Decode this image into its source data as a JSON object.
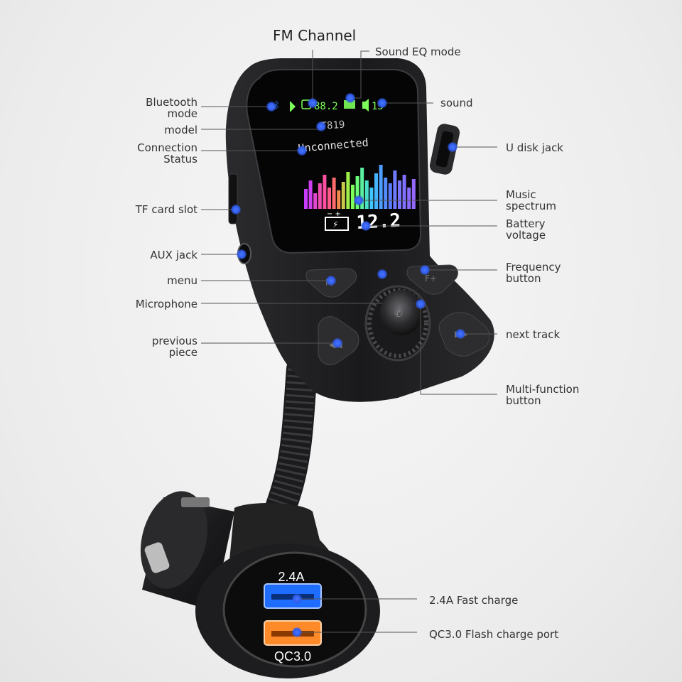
{
  "labels": {
    "fm_channel": "FM Channel",
    "sound_eq_mode": "Sound EQ mode",
    "bluetooth_mode": [
      "Bluetooth",
      "mode"
    ],
    "model": "model",
    "connection_status": [
      "Connection",
      "Status"
    ],
    "tf_card_slot": "TF card slot",
    "aux_jack": "AUX jack",
    "menu": "menu",
    "microphone": "Microphone",
    "previous_piece": [
      "previous",
      "piece"
    ],
    "sound": "sound",
    "u_disk_jack": "U disk jack",
    "music_spectrum": [
      "Music",
      "spectrum"
    ],
    "battery_voltage": [
      "Battery",
      "voltage"
    ],
    "frequency_button": [
      "Frequency",
      "button"
    ],
    "next_track": "next track",
    "multi_function_button": [
      "Multi-function",
      "button"
    ],
    "fast_charge": "2.4A Fast charge",
    "qc_port": "QC3.0 Flash charge port"
  },
  "screen": {
    "fm_frequency": "88.2",
    "volume": "15",
    "model_code": "T819",
    "connection_text": "Unconnected",
    "battery_voltage": "12.2"
  },
  "ports": {
    "usb1_label": "2.4A",
    "usb2_label": "QC3.0"
  },
  "colors": {
    "marker": "#2f5bea",
    "screen_green": "#7cff5a",
    "usb_blue": "#1f6dff",
    "usb_orange": "#ff8a2a"
  }
}
